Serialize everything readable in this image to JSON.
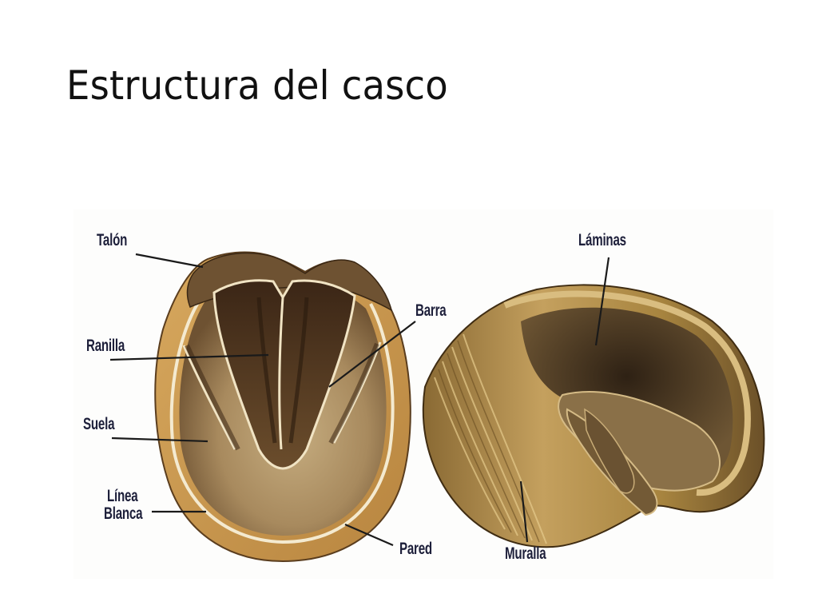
{
  "slide": {
    "title": "Estructura del casco"
  },
  "figure": {
    "description": "Horse hoof anatomy illustration: sole view (left) and wall/interior view (right)",
    "colors": {
      "label_text": "#1d1f3a",
      "leader_line": "#1a1a1a",
      "wall_outer": "#c99a52",
      "sole": "#a88a5e",
      "frog_dark": "#4a3220"
    },
    "left_view": {
      "labels": [
        {
          "id": "talon",
          "text": "Talón"
        },
        {
          "id": "ranilla",
          "text": "Ranilla"
        },
        {
          "id": "suela",
          "text": "Suela"
        },
        {
          "id": "linea_blanca_1",
          "text": "Línea"
        },
        {
          "id": "linea_blanca_2",
          "text": "Blanca"
        },
        {
          "id": "barra",
          "text": "Barra"
        },
        {
          "id": "pared",
          "text": "Pared"
        }
      ]
    },
    "right_view": {
      "labels": [
        {
          "id": "laminas",
          "text": "Láminas"
        },
        {
          "id": "muralla",
          "text": "Muralla"
        }
      ]
    }
  }
}
